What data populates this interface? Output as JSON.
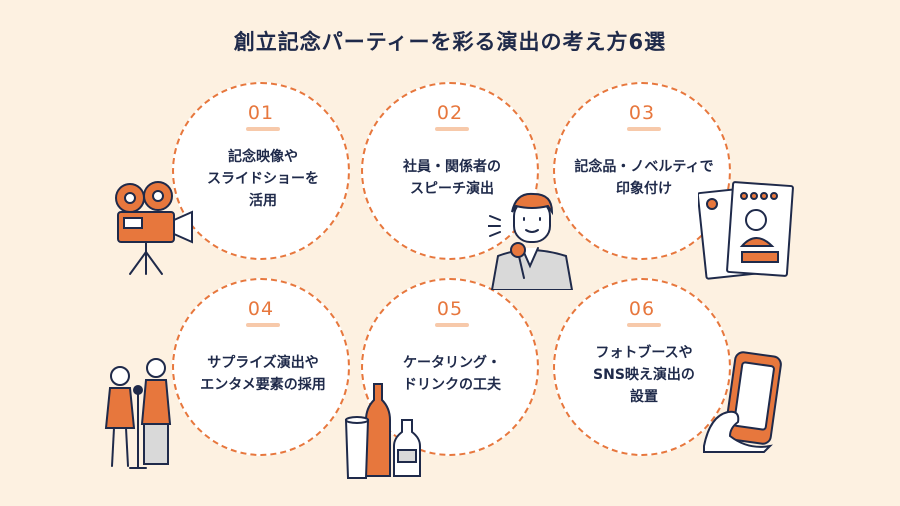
{
  "title": "創立記念パーティーを彩る演出の考え方6選",
  "items": [
    {
      "number": "01",
      "lines": [
        "記念映像や",
        "スライドショーを",
        "活用"
      ],
      "icon": "video-camera-icon"
    },
    {
      "number": "02",
      "lines": [
        "社員・関係者の",
        "スピーチ演出"
      ],
      "icon": "speaker-with-microphone-icon"
    },
    {
      "number": "03",
      "lines": [
        "記念品・ノベルティで",
        "印象付け"
      ],
      "icon": "novelty-cards-icon"
    },
    {
      "number": "04",
      "lines": [
        "サプライズ演出や",
        "エンタメ要素の採用"
      ],
      "icon": "performers-icon"
    },
    {
      "number": "05",
      "lines": [
        "ケータリング・",
        "ドリンクの工夫"
      ],
      "icon": "drink-bottles-icon"
    },
    {
      "number": "06",
      "lines": [
        "フォトブースや",
        "SNS映え演出の",
        "設置"
      ],
      "icon": "smartphone-in-hand-icon"
    }
  ],
  "colors": {
    "accent": "#e7773d",
    "text": "#1f2a4a",
    "background": "#fdf1e1"
  }
}
